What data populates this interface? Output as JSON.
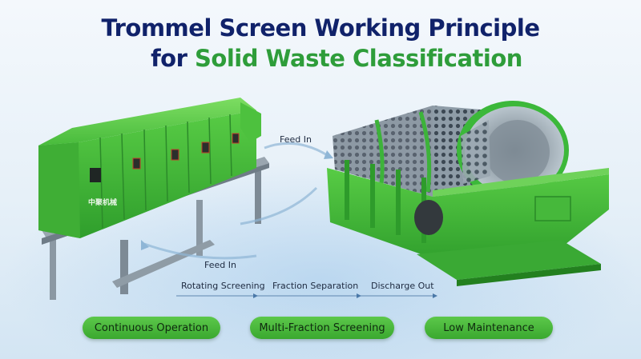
{
  "title": {
    "line1": "Trommel Screen Working Principle",
    "line2_prefix": "for ",
    "line2_highlight": "Solid Waste Classification"
  },
  "machine_brand": "中聚机械",
  "labels": {
    "feed_in_top": "Feed In",
    "feed_in_bottom": "Feed In",
    "rotating_screening": "Rotating Screening",
    "fraction_separation": "Fraction Separation",
    "discharge_out": "Discharge Out"
  },
  "features": [
    {
      "label": "Continuous Operation"
    },
    {
      "label": "Multi-Fraction Screening"
    },
    {
      "label": "Low Maintenance"
    }
  ],
  "colors": {
    "title_navy": "#10226a",
    "title_green": "#2e9d3a",
    "machine_green": "#3cb83a",
    "pill_green": "#4dbb3f"
  }
}
